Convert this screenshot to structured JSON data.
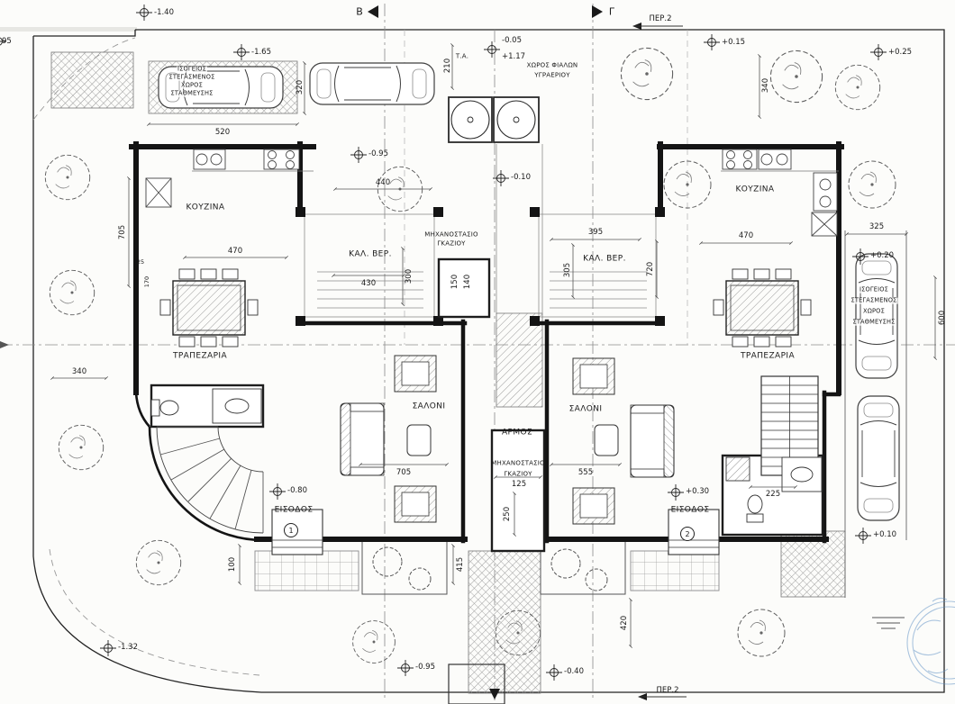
{
  "plan": {
    "section_markers": {
      "b": "Β",
      "c": "Γ",
      "per2_top": "ΠΕΡ.2",
      "per2_bottom": "ΠΕΡ.2"
    },
    "units": {
      "house1": "1",
      "house2": "2"
    },
    "levels": {
      "l_140": "-1.40",
      "l_095_edge": "95",
      "l_165": "-1.65",
      "l_005": "-0.05",
      "l_117": "+1.17",
      "l_015": "+0.15",
      "l_025": "+0.25",
      "l_095a": "-0.95",
      "l_010n": "-0.10",
      "l_020": "+0.20",
      "l_080": "-0.80",
      "l_030": "+0.30",
      "l_010p": "+0.10",
      "l_132": "-1.32",
      "l_095b": "-0.95",
      "l_040": "-0.40"
    },
    "rooms": {
      "kitchen_left": "ΚΟΥΖΙΝΑ",
      "kitchen_right": "ΚΟΥΖΙΝΑ",
      "veranda_left": "ΚΑΛ. ΒΕΡ.",
      "veranda_right": "ΚΑΛ. ΒΕΡ.",
      "dining_left": "ΤΡΑΠΕΖΑΡΙΑ",
      "dining_right": "ΤΡΑΠΕΖΑΡΙΑ",
      "living_left": "ΣΑΛΟΝΙ",
      "living_right": "ΣΑΛΟΝΙ",
      "entrance_left": "ΕΙΣΟΔΟΣ",
      "entrance_right": "ΕΙΣΟΔΟΣ",
      "joint": "ΑΡΜΟΣ",
      "gas_room_line1": "ΜΗΧΑΝΟΣΤΑΣΙΟ",
      "gas_room_line2": "ΓΚΑΖΙΟΥ",
      "gas_room2_line1": "ΜΗΧΑΝΟΣΤΑΣΙΟ",
      "gas_room2_line2": "ΓΚΑΖΙΟΥ",
      "lpg_line1": "ΧΩΡΟΣ ΦΙΑΛΩΝ",
      "lpg_line2": "ΥΓΡΑΕΡΙΟΥ",
      "ta": "Τ.Α.",
      "parking_line1": "ΙΣΟΓΕΙΟΣ",
      "parking_line2": "ΣΤΕΓΑΣΜΕΝΟΣ",
      "parking_line3": "ΧΩΡΟΣ",
      "parking_line4": "ΣΤΑΘΜΕΥΣΗΣ"
    },
    "dims": {
      "d520": "520",
      "d320": "320",
      "d210": "210",
      "d340_top": "340",
      "d705_l": "705",
      "d470_l": "470",
      "d440": "440",
      "d300": "300",
      "d430": "430",
      "d25": "25",
      "d170": "170",
      "d150": "150",
      "d140": "140",
      "d395": "395",
      "d305": "305",
      "d470_r": "470",
      "d720": "720",
      "d325": "325",
      "d600": "600",
      "d340_l": "340",
      "d705_m": "705",
      "d555": "555",
      "d125": "125",
      "d250": "250",
      "d225": "225",
      "d100": "100",
      "d415": "415",
      "d420": "420"
    }
  }
}
